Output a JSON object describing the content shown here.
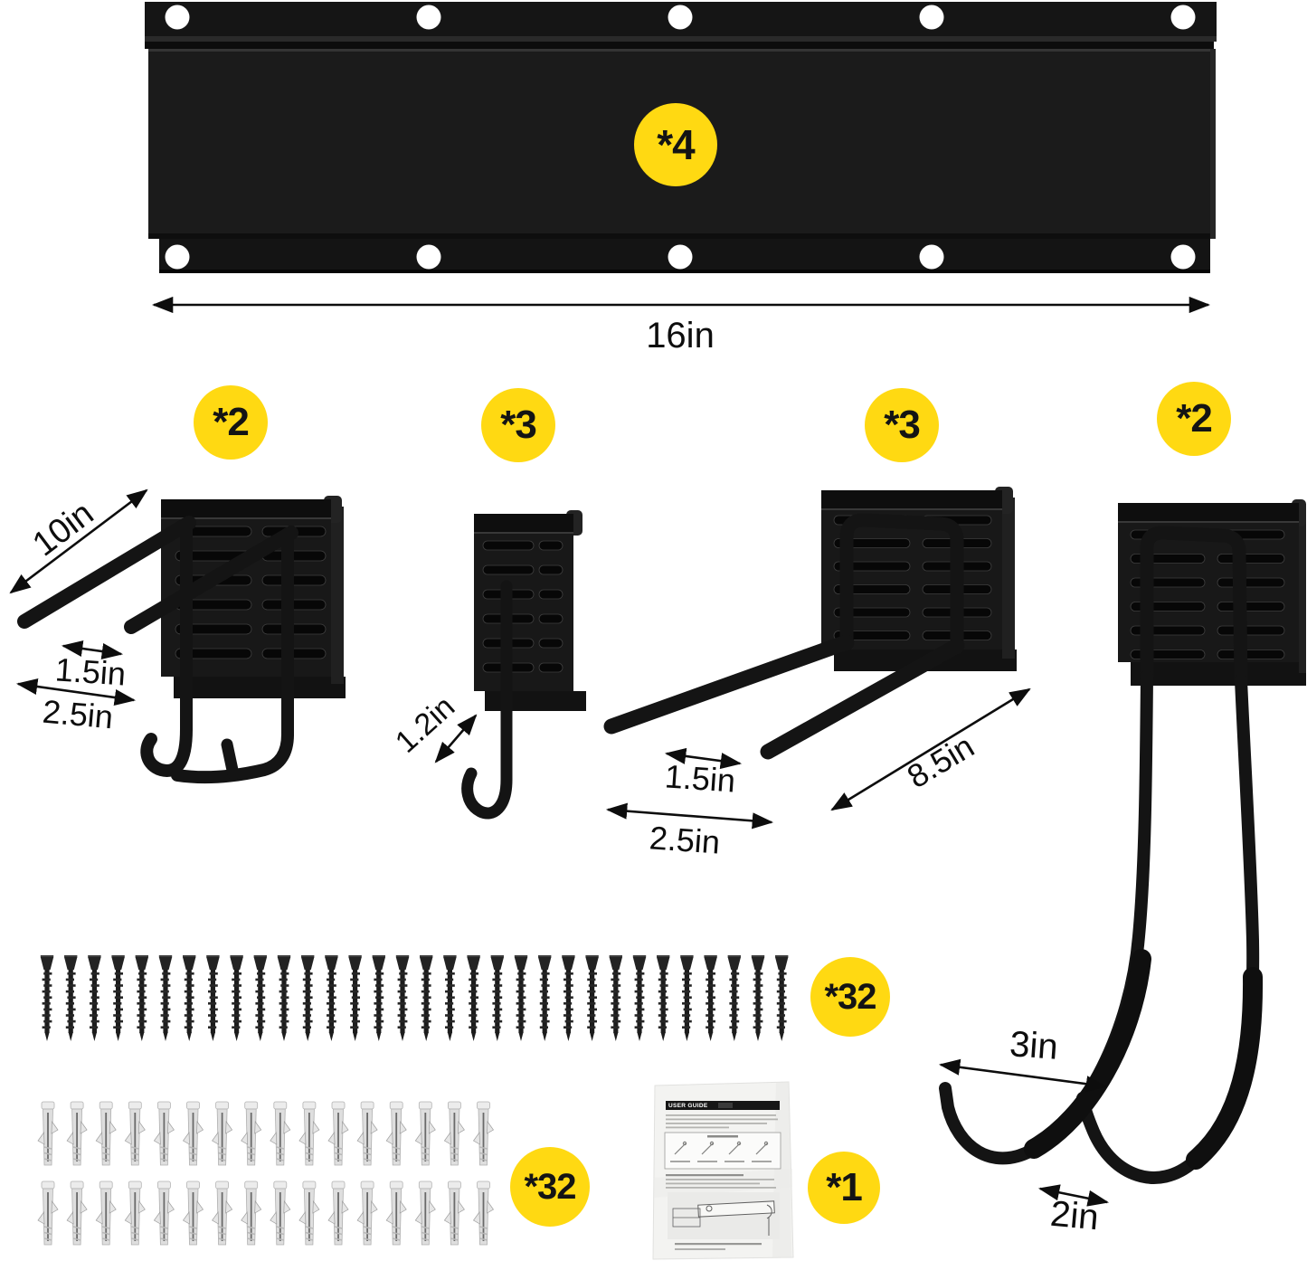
{
  "rail": {
    "quantity_badge": "*4",
    "length_label": "16in",
    "top_hole_count": 5,
    "bottom_hole_count": 5
  },
  "hook_double_10in": {
    "quantity_badge": "*2",
    "length_label": "10in",
    "spacing_label": "1.5in",
    "width_label": "2.5in"
  },
  "hook_j": {
    "quantity_badge": "*3",
    "depth_label": "1.2in"
  },
  "hook_double_85in": {
    "quantity_badge": "*3",
    "spacing_label": "1.5in",
    "width_label": "2.5in",
    "length_label": "8.5in"
  },
  "hook_loop": {
    "quantity_badge": "*2",
    "width_label": "3in",
    "tip_gap_label": "2in"
  },
  "screws": {
    "quantity_badge": "*32",
    "count": 32
  },
  "anchors": {
    "quantity_badge": "*32",
    "count": 32,
    "per_row": 16
  },
  "user_guide": {
    "quantity_badge": "*1",
    "header": "USER GUIDE"
  },
  "colors": {
    "badge_yellow": "#ffd912",
    "metal": "#181818",
    "anchor_gray": "#dedede",
    "paper": "#f3f3f1"
  }
}
